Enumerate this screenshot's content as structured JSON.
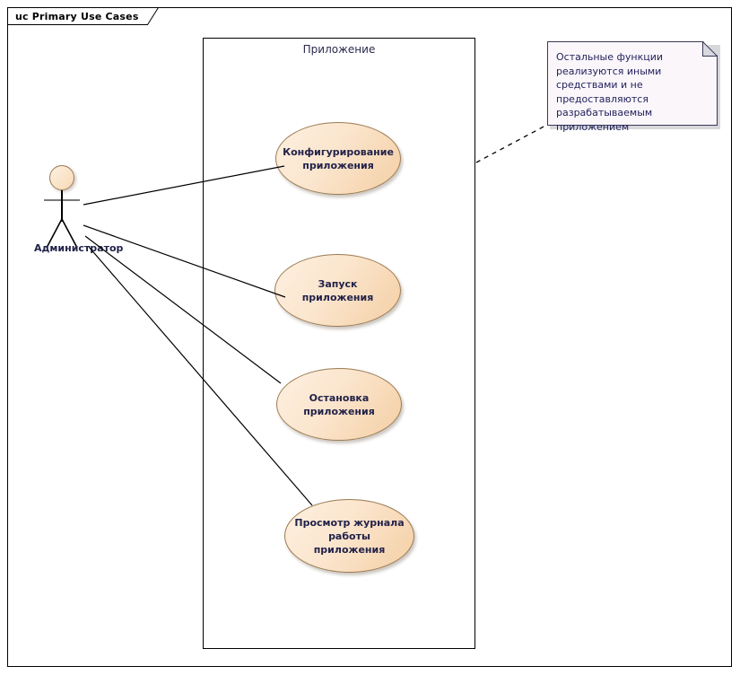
{
  "frame": {
    "tab_label": "uc Primary Use Cases"
  },
  "system": {
    "title": "Приложение"
  },
  "actor": {
    "name": "Администратор",
    "icon": "stick-figure-actor-icon"
  },
  "use_cases": [
    {
      "id": "configure",
      "label": "Конфигурирование\nприложения"
    },
    {
      "id": "start",
      "label": "Запуск приложения"
    },
    {
      "id": "stop",
      "label": "Остановка\nприложения"
    },
    {
      "id": "view-log",
      "label": "Просмотр журнала\nработы приложения"
    }
  ],
  "note": {
    "text": "Остальные функции реализуются иными средствами и не предоставляются разрабатываемым приложением"
  },
  "colors": {
    "usecase_fill_light": "#fdf0e0",
    "usecase_fill_dark": "#f4cfa4",
    "usecase_stroke": "#9a7b52",
    "note_fill": "#faf6fa",
    "note_stroke": "#3a3a5a",
    "text": "#22224a",
    "line": "#000000"
  }
}
